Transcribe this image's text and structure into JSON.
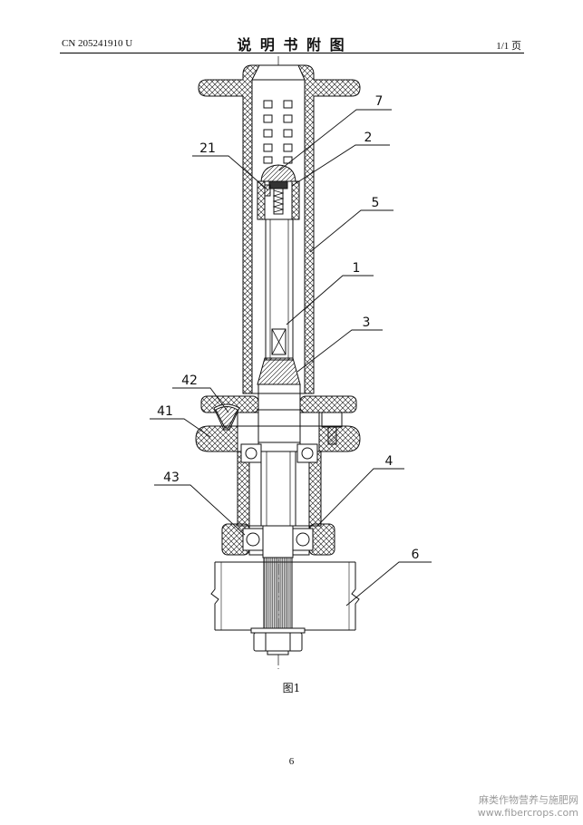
{
  "header": {
    "doc_number": "CN 205241910 U",
    "title": "说 明 书 附 图",
    "page_of": "1/1 页"
  },
  "figure": {
    "caption": "图1",
    "callouts": [
      {
        "label": "7"
      },
      {
        "label": "2"
      },
      {
        "label": "21"
      },
      {
        "label": "5"
      },
      {
        "label": "1"
      },
      {
        "label": "3"
      },
      {
        "label": "42"
      },
      {
        "label": "41"
      },
      {
        "label": "4"
      },
      {
        "label": "43"
      },
      {
        "label": "6"
      }
    ]
  },
  "footer": {
    "page_number": "6"
  },
  "watermark": {
    "site_name": "麻类作物营养与施肥网",
    "url": "www.fibercrops.com",
    "color": "#9a9a9a"
  },
  "colors": {
    "ink": "#111111",
    "paper": "#ffffff"
  }
}
